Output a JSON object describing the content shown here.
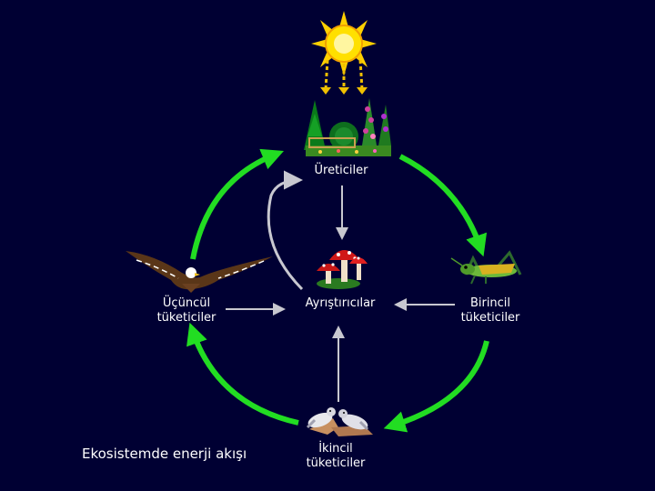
{
  "title": "Ekosistemde enerji akışı",
  "nodes": {
    "producers": "Üreticiler",
    "decomposers": "Ayrıştırıcılar",
    "primary": [
      "Birincil",
      "tüketiciler"
    ],
    "secondary": [
      "İkincil",
      "tüketiciler"
    ],
    "tertiary": [
      "Üçüncül",
      "tüketiciler"
    ]
  },
  "colors": {
    "background": "#000033",
    "cycle_arrow": "#22dd22",
    "flow_arrow": "#c8c8d0",
    "sun": "#ffe000"
  },
  "icons": [
    "sun-icon",
    "plants-icon",
    "grasshopper-icon",
    "doves-icon",
    "eagle-icon",
    "mushrooms-icon"
  ]
}
